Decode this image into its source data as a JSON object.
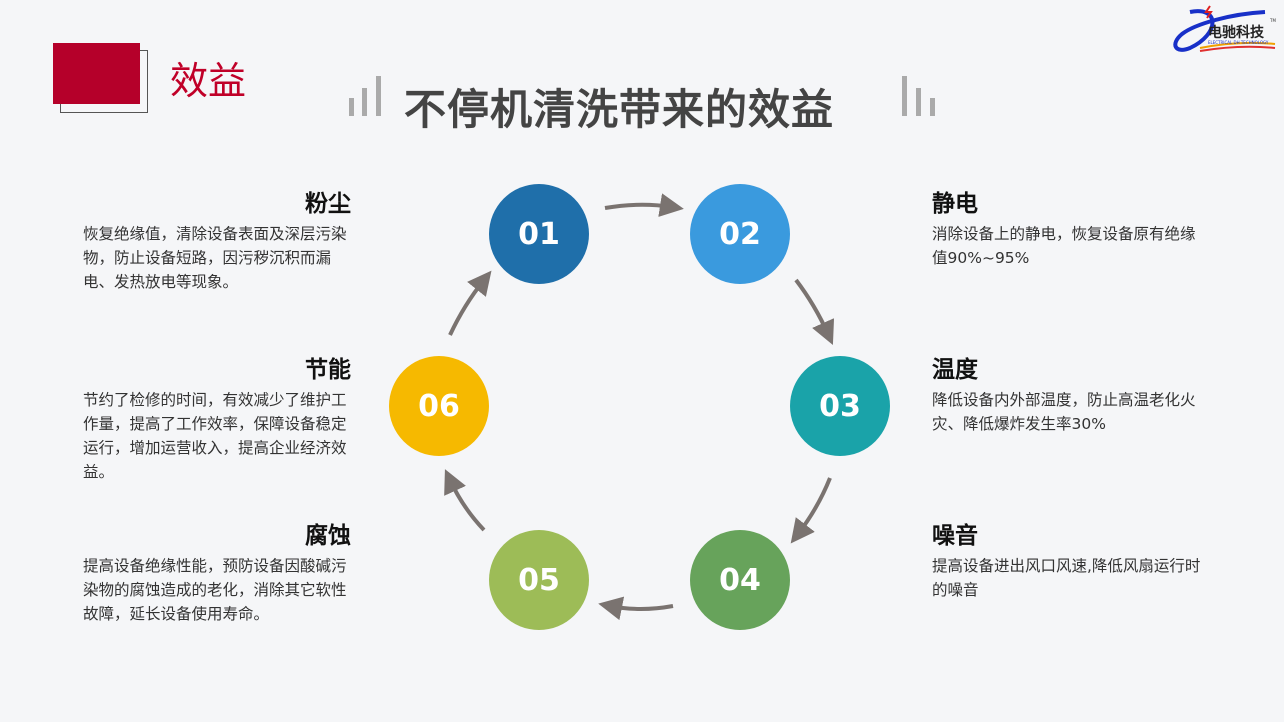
{
  "section_label": "效益",
  "title": "不停机清洗带来的效益",
  "logo": {
    "text": "电驰科技",
    "subtext": "ELECTRICAL DH TECHNOLOGY",
    "tm": "TM"
  },
  "steps": [
    {
      "num": "01",
      "color": "#1f6faa",
      "heading": "粉尘",
      "text": "恢复绝缘值，清除设备表面及深层污染物，防止设备短路，因污秽沉积而漏电、发热放电等现象。"
    },
    {
      "num": "02",
      "color": "#3a9ade",
      "heading": "静电",
      "text": "消除设备上的静电，恢复设备原有绝缘值90%~95%"
    },
    {
      "num": "03",
      "color": "#1aa3a9",
      "heading": "温度",
      "text": "降低设备内外部温度，防止高温老化火灾、降低爆炸发生率30%"
    },
    {
      "num": "04",
      "color": "#67a35b",
      "heading": "噪音",
      "text": "提高设备进出风口风速,降低风扇运行时的噪音"
    },
    {
      "num": "05",
      "color": "#9dbc57",
      "heading": "腐蚀",
      "text": "提高设备绝缘性能，预防设备因酸碱污染物的腐蚀造成的老化，消除其它软性故障，延长设备使用寿命。"
    },
    {
      "num": "06",
      "color": "#f6b900",
      "heading": "节能",
      "text": "节约了检修的时间，有效减少了维护工作量，提高了工作效率，保障设备稳定运行，增加运营收入，提高企业经济效益。"
    }
  ],
  "colors": {
    "accent": "#b5002a",
    "arrow": "#7a7370"
  }
}
